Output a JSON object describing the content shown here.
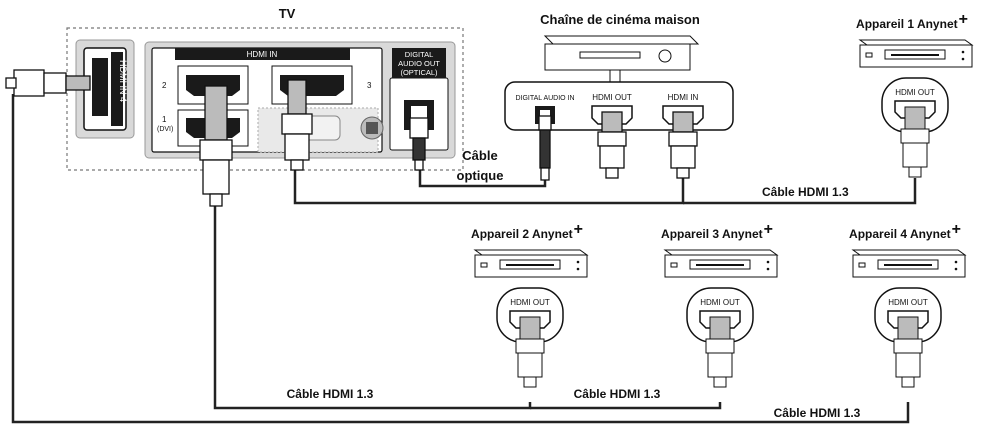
{
  "tv": {
    "title": "TV",
    "hdmi_in_label": "HDMI IN",
    "hdmi_in_4_label": "HDMI IN 4",
    "port_2_label": "2",
    "port_3_label": "3",
    "port_1_label": "1",
    "port_1_sub_label": "(DVI)",
    "digital_audio_out_label": [
      "DIGITAL",
      "AUDIO OUT",
      "(OPTICAL)"
    ]
  },
  "home_theater": {
    "title": "Chaîne de cinéma maison",
    "digital_audio_in_label": "DIGITAL AUDIO IN",
    "hdmi_out_label": "HDMI OUT",
    "hdmi_in_label": "HDMI IN"
  },
  "devices": [
    {
      "title": "Appareil 1  Anynet",
      "plus": "+",
      "port_label": "HDMI OUT"
    },
    {
      "title": "Appareil 2  Anynet",
      "plus": "+",
      "port_label": "HDMI OUT"
    },
    {
      "title": "Appareil 3  Anynet",
      "plus": "+",
      "port_label": "HDMI OUT"
    },
    {
      "title": "Appareil 4  Anynet",
      "plus": "+",
      "port_label": "HDMI OUT"
    }
  ],
  "cables": {
    "optical_line1": "Câble",
    "optical_line2": "optique",
    "hdmi_1": "Câble HDMI 1.3",
    "hdmi_2": "Câble HDMI 1.3",
    "hdmi_3": "Câble HDMI 1.3",
    "hdmi_4": "Câble HDMI 1.3"
  },
  "colors": {
    "panel_fill": "#d9d9d9",
    "port_fill": "#1a1a1a",
    "line": "#222222",
    "background": "#ffffff"
  }
}
